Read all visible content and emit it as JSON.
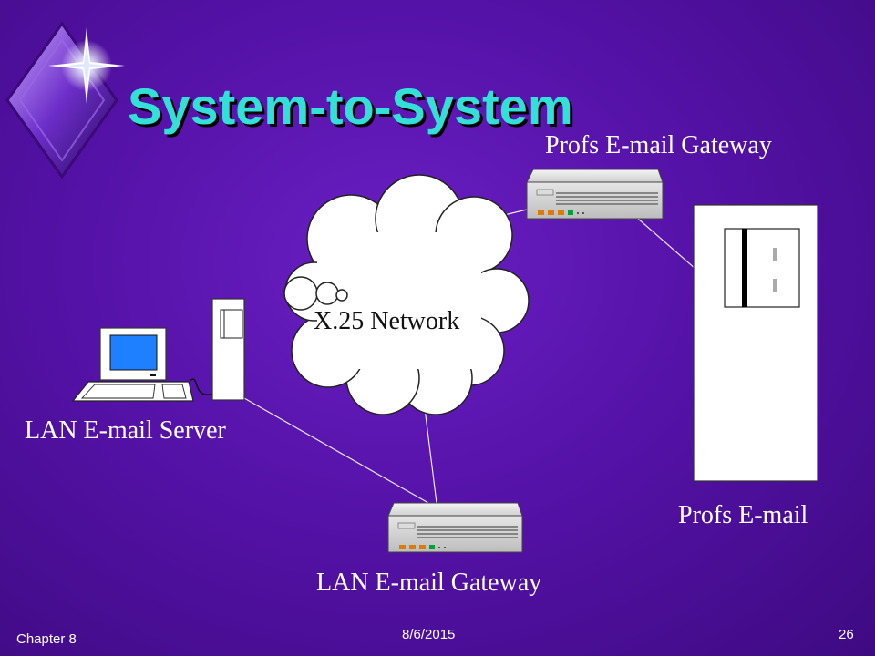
{
  "slide": {
    "title": "System-to-System",
    "footer": {
      "chapter": "Chapter 8",
      "date": "8/6/2015",
      "page_number": "26"
    }
  },
  "diagram": {
    "nodes": {
      "profs_gateway_label": "Profs E-mail Gateway",
      "x25_label": "X.25 Network",
      "lan_server_label": "LAN E-mail Server",
      "profs_email_label": "Profs E-mail",
      "lan_gateway_label": "LAN E-mail Gateway"
    }
  }
}
